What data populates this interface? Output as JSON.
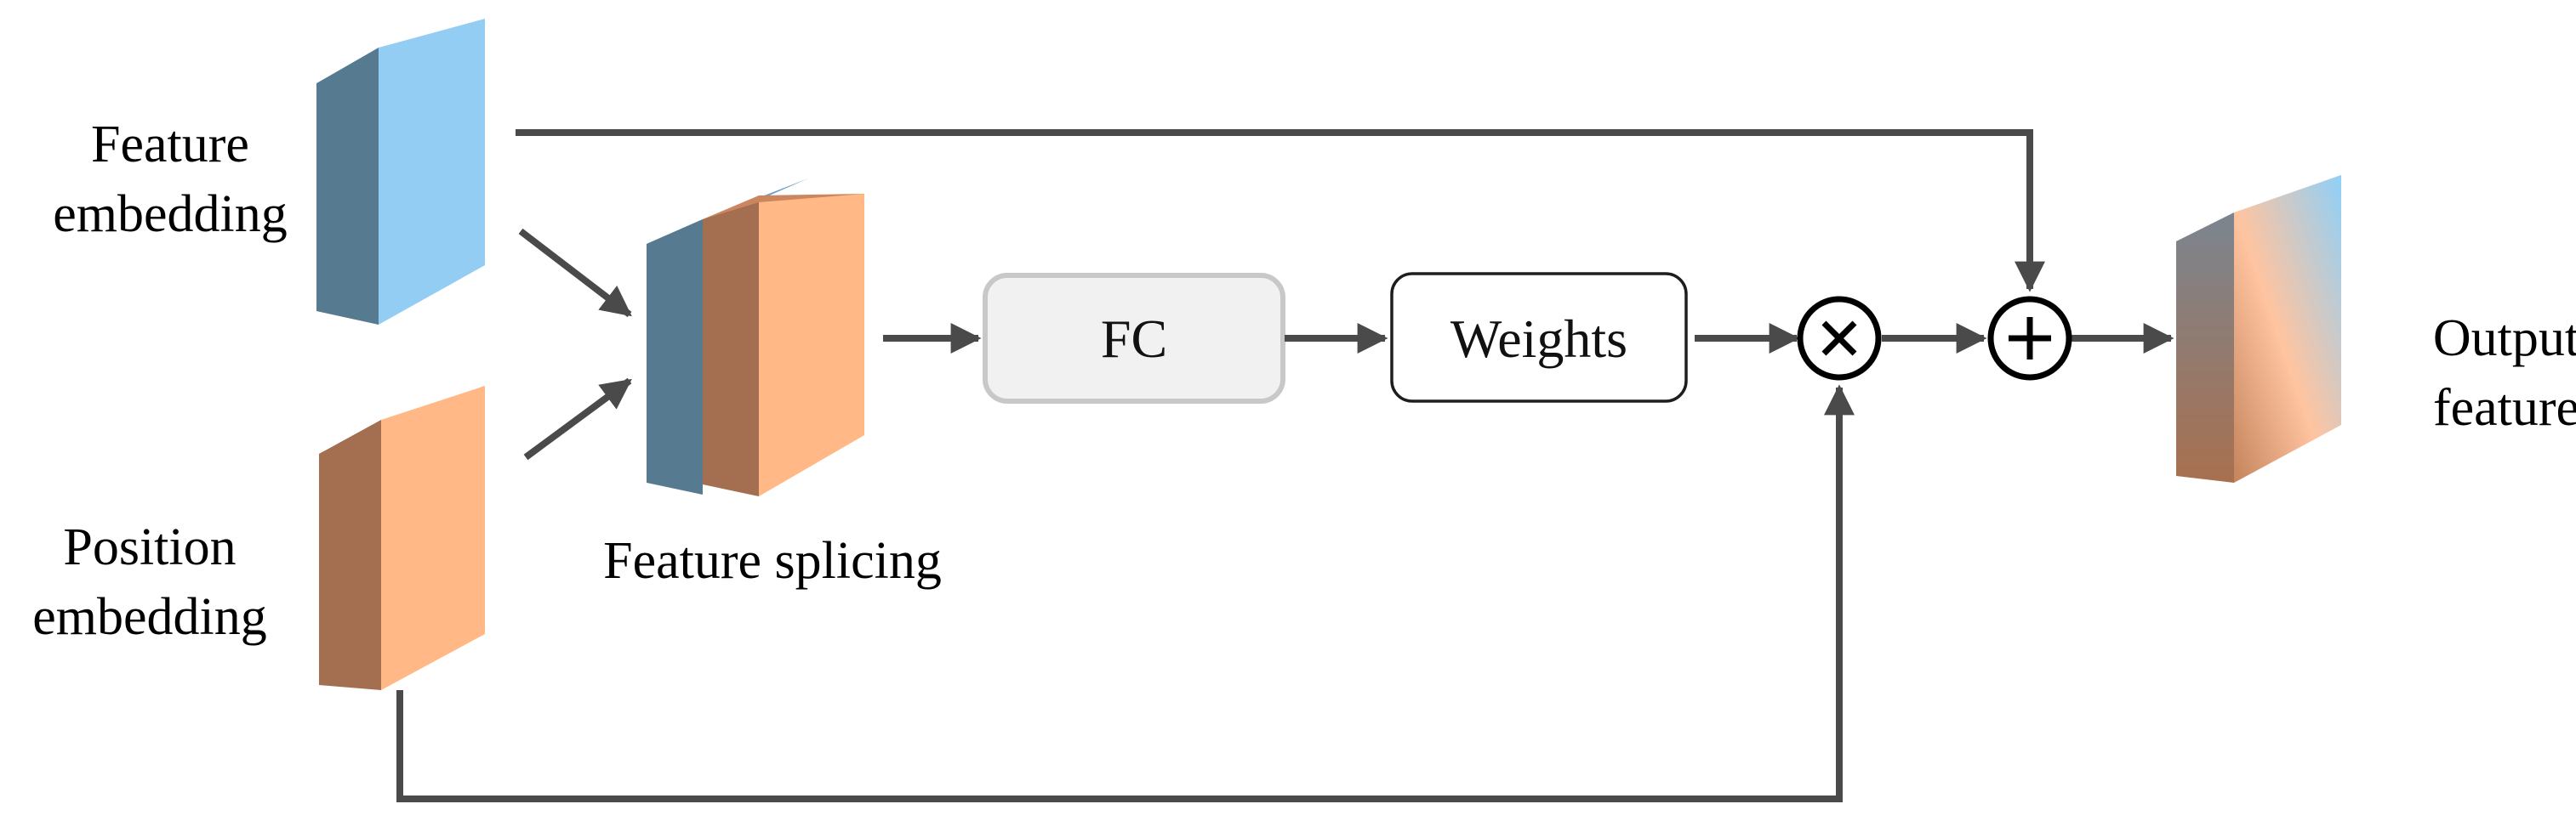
{
  "labels": {
    "feature_embedding": [
      "Feature",
      "embedding"
    ],
    "position_embedding": [
      "Position",
      "embedding"
    ],
    "feature_splicing": "Feature splicing",
    "output_feature": [
      "Output",
      "feature"
    ]
  },
  "boxes": {
    "fc": "FC",
    "weights": "Weights"
  },
  "operators": {
    "multiply": "⊗",
    "add": "⊕"
  },
  "colors": {
    "feature_front": "#93cdf3",
    "feature_side": "#567a90",
    "feature_top": "#6fa2c4",
    "position_front": "#ffb886",
    "position_side": "#a46e50",
    "position_top": "#cc865f",
    "arrow": "#4a4a4a",
    "fc_fill": "#f1f1f1",
    "fc_border": "#c8c8c8"
  }
}
